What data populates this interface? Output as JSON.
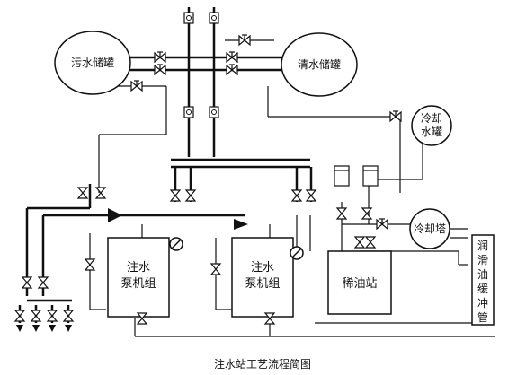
{
  "diagram": {
    "caption": "注水站工艺流程简图",
    "sewage_tank": "污水储罐",
    "clean_tank": "清水储罐",
    "cooling_tank_line1": "冷却",
    "cooling_tank_line2": "水罐",
    "cooling_tower": "冷却塔",
    "pump_unit_1_line1": "注水",
    "pump_unit_1_line2": "泵机组",
    "pump_unit_2_line1": "注水",
    "pump_unit_2_line2": "泵机组",
    "oil_station": "稀油站",
    "buffer_pipe_chars": [
      "润",
      "滑",
      "油",
      "缓",
      "冲",
      "管"
    ]
  }
}
